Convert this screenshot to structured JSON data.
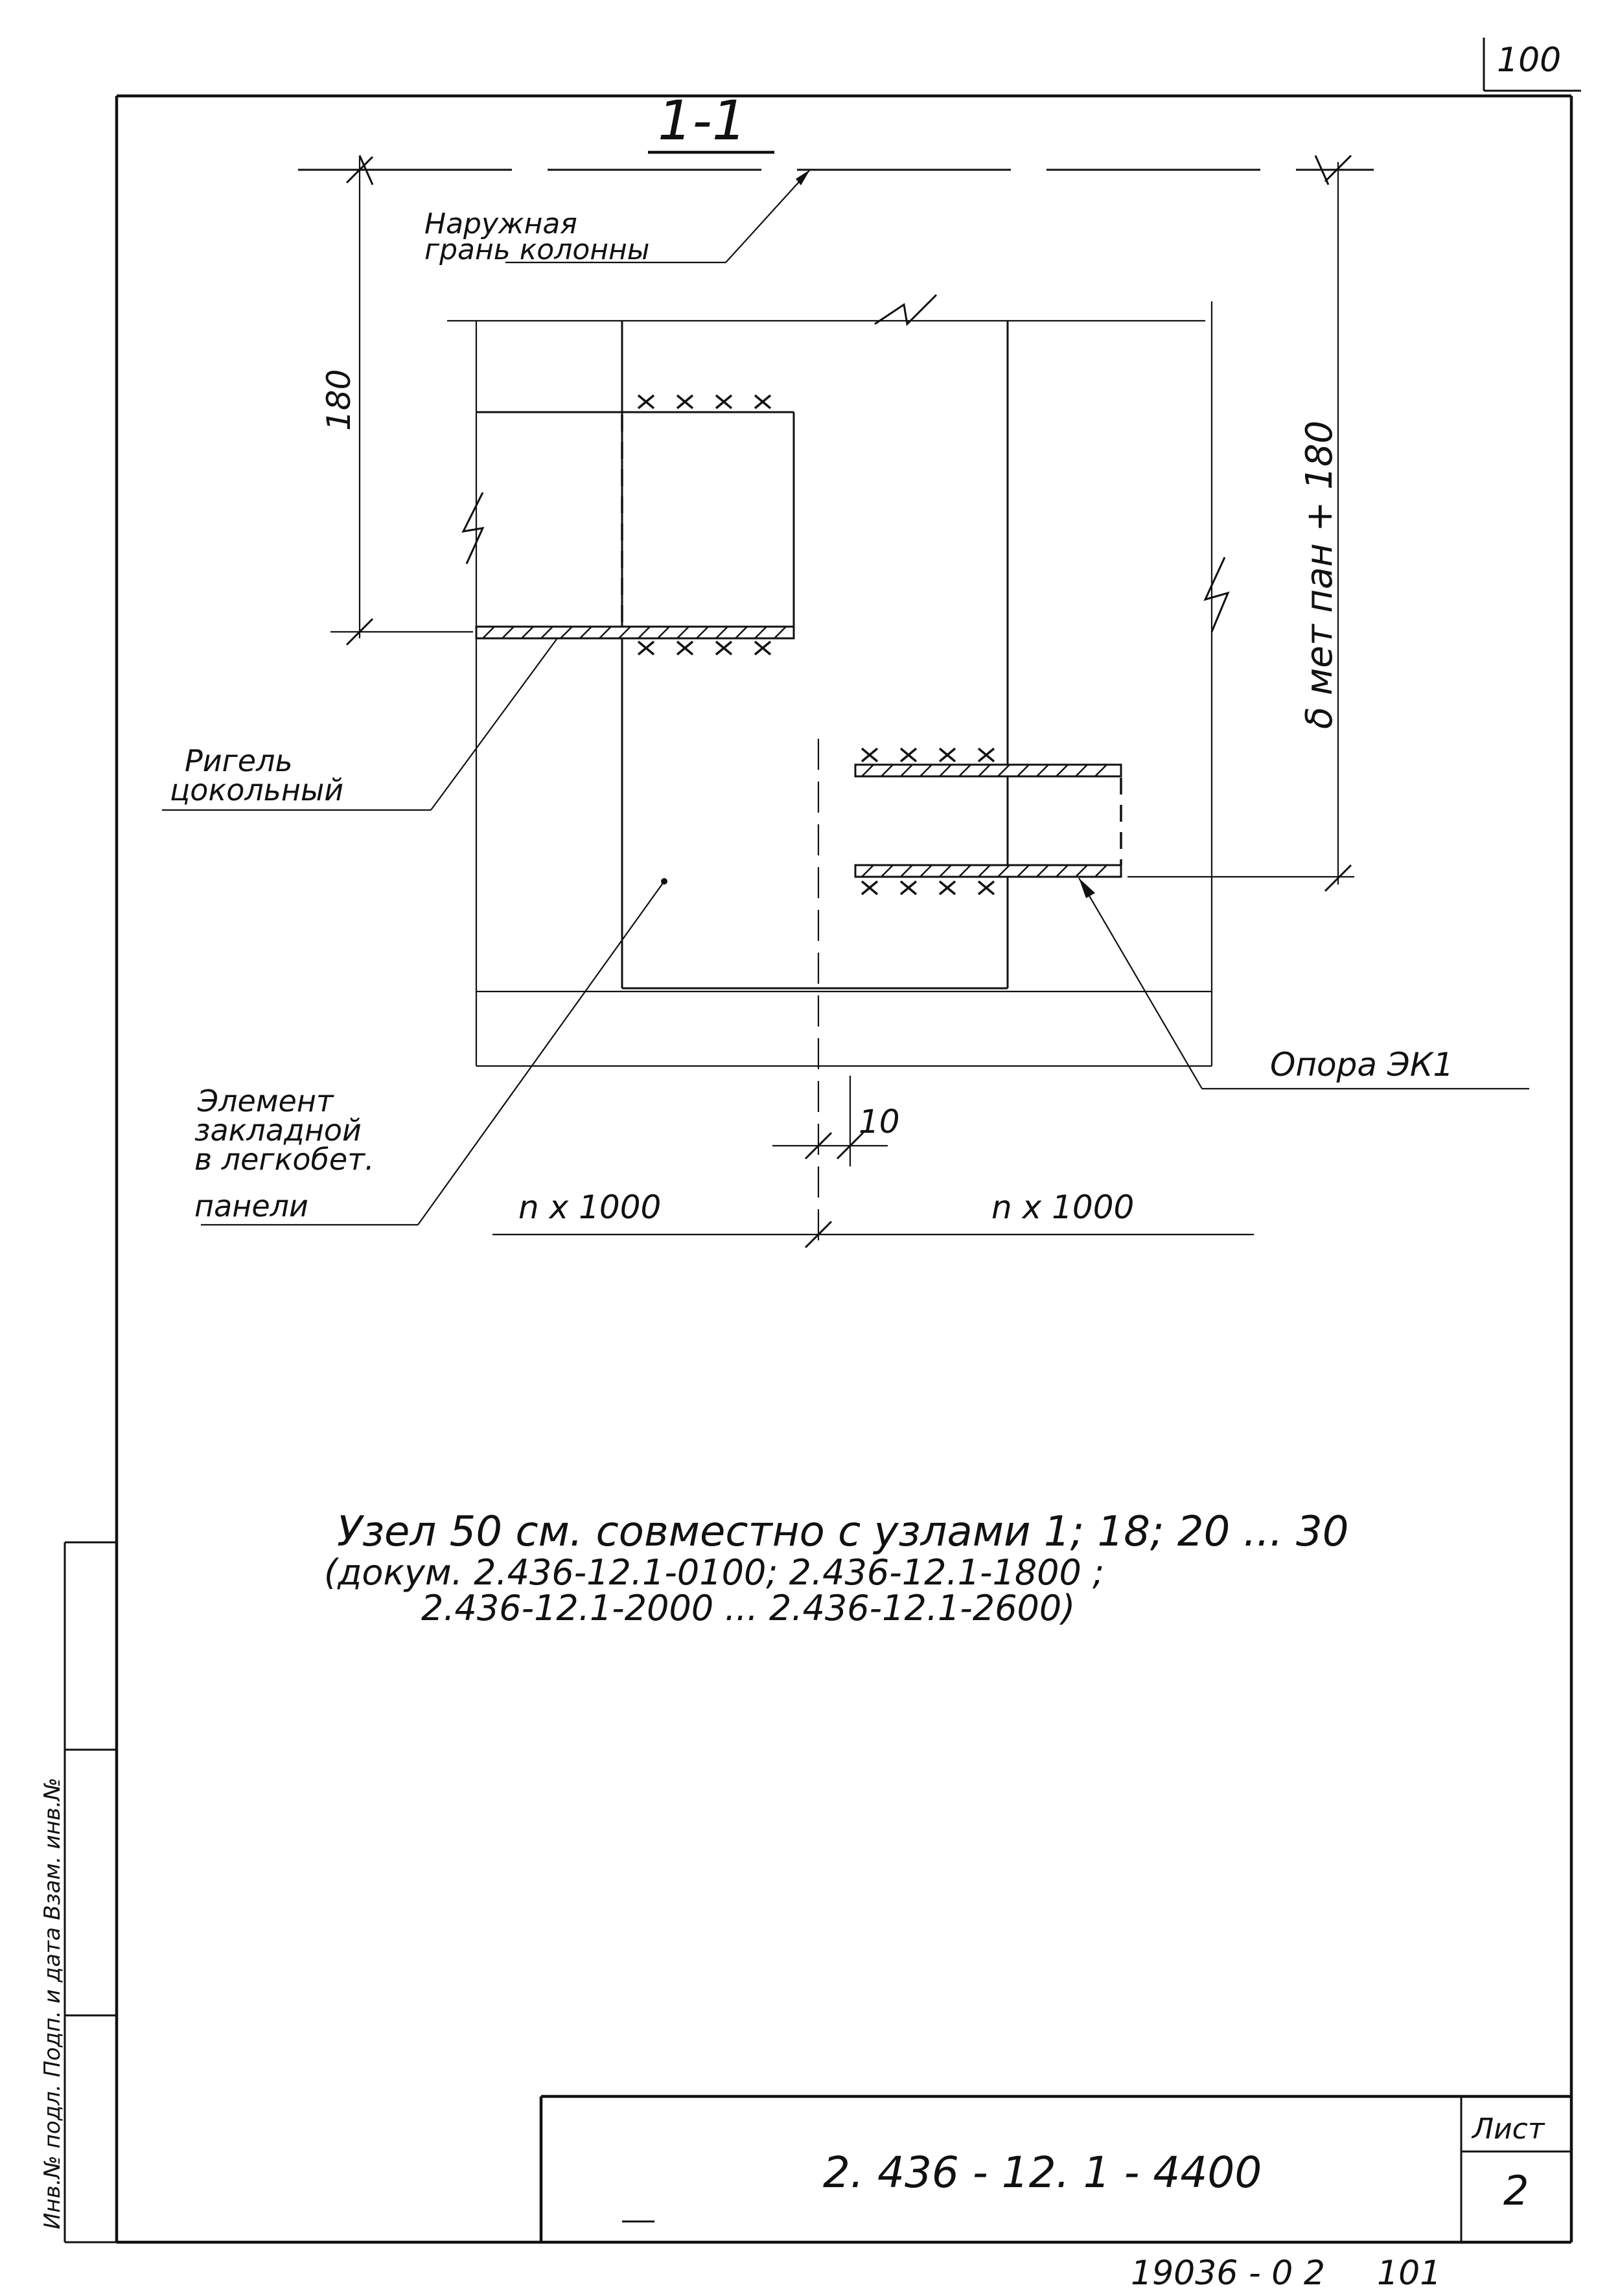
{
  "sheet": {
    "corner_number": "100",
    "section_title": "1-1",
    "designation": "2. 436 - 12. 1 - 4400",
    "sheet_label": "Лист",
    "sheet_number": "2",
    "inventory_number": "19036 - 0 2",
    "print_number": "101",
    "side_stamp": "Инв.№ подл.  Подп. и дата  Взам. инв.№"
  },
  "labels": {
    "outer_face": [
      "Наружная",
      "грань колонны"
    ],
    "plinth_beam": [
      "Ригель",
      "цокольный"
    ],
    "embedded_element": [
      "Элемент",
      "закладной",
      "в легкобет.",
      "панели"
    ],
    "support": "Опора ЭК1"
  },
  "dimensions": {
    "top_vertical": "180",
    "right_vertical": "δ мет пан + 180",
    "gap": "10",
    "left_span": "n x 1000",
    "right_span": "n x 1000"
  },
  "note": {
    "line1": "Узел 50 см. совместно с узлами 1; 18; 20 ... 30",
    "line2": "(докум. 2.436-12.1-0100; 2.436-12.1-1800 ;",
    "line3": "2.436-12.1-2000 ... 2.436-12.1-2600)"
  }
}
